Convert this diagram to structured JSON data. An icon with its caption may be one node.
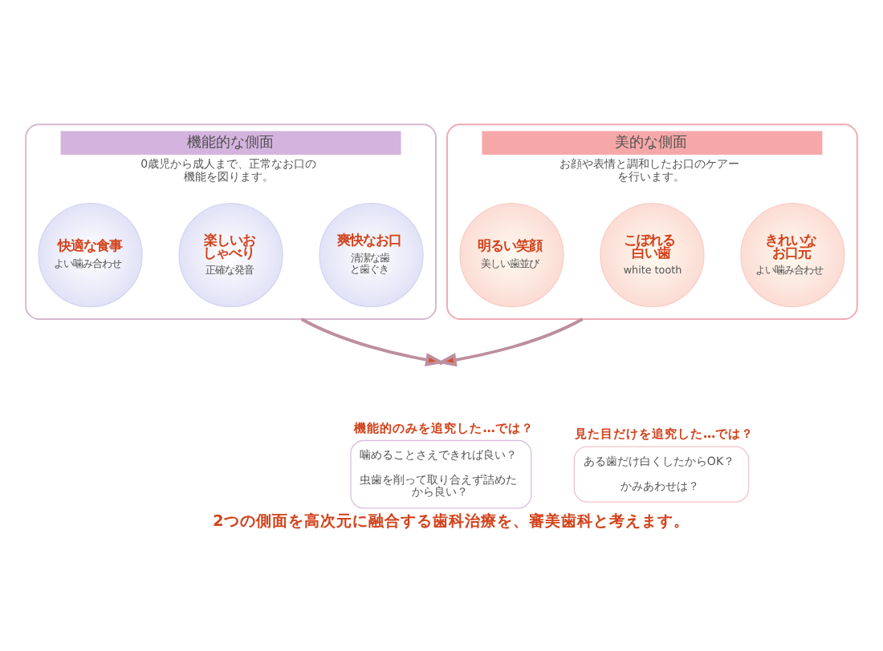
{
  "diagram": {
    "caption": "2つの側面を高次元に融合する歯科治療を、審美歯科と考えます。",
    "nodes": [
      {
        "text": [
          "機能的な側面",
          "0歳児から成人まで、正常なお口の機能を図ります。"
        ]
      },
      {
        "text": [
          "快適な食事",
          "よい噛み合わせ"
        ],
        "in": 0
      },
      {
        "text": [
          "楽しいおしゃべり",
          "正確な発音"
        ],
        "in": 0
      },
      {
        "text": [
          "爽快なお口",
          "清潔な歯と歯ぐき"
        ],
        "in": 0
      },
      {
        "text": [
          "美的な側面",
          "お顔や表情と調和したお口のケアーを行います。"
        ]
      },
      {
        "text": [
          "明るい笑顔",
          "美しい歯並び"
        ],
        "in": 4
      },
      {
        "text": [
          "こぼれる白い歯",
          "white tooth"
        ],
        "in": 4
      },
      {
        "text": [
          "きれいなお口元",
          "よい噛み合わせ"
        ],
        "in": 4
      },
      {
        "text": [
          "機能的のみを追究した…では？",
          "噛めることさえできれば良い？",
          "虫歯を削って取り合えず詰めたから良い？"
        ]
      },
      {
        "text": [
          "見た目だけを追究した…では？",
          "ある歯だけ白くしたからOK？",
          "かみあわせは？"
        ]
      }
    ],
    "edges": [
      {
        "from": 0,
        "to": null,
        "arrow": "to"
      },
      {
        "from": 4,
        "to": null,
        "arrow": "to"
      }
    ]
  }
}
